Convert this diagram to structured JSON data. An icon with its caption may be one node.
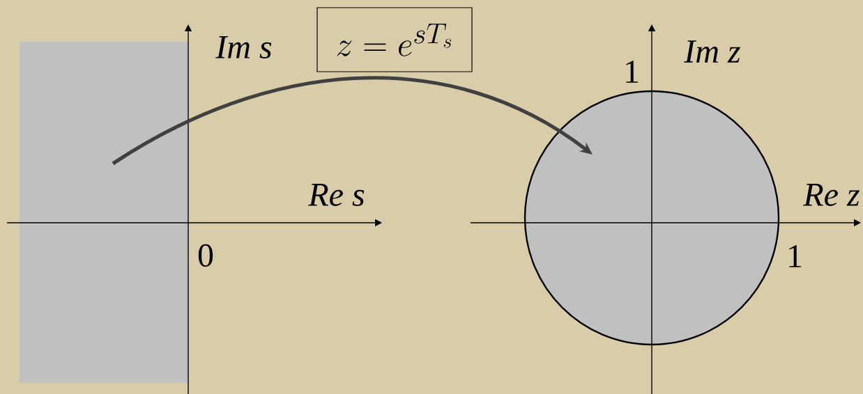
{
  "diagram": {
    "nodes": [
      {
        "text": [],
        "shape": "box"
      },
      {
        "text": [],
        "shape": "circle"
      },
      {
        "text": [
          "z = e^{sT_s}"
        ]
      }
    ],
    "edges": [
      {
        "from": 0,
        "to": 1,
        "arrow": "to"
      }
    ],
    "labels": [
      "Im s",
      "Re s",
      "0",
      "1",
      "Im z",
      "Re z",
      "1"
    ]
  }
}
